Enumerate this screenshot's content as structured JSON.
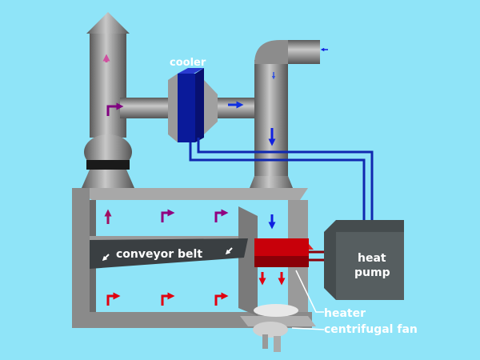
{
  "title": "Heat pump dryer diagram",
  "labels": {
    "cooler": "cooler",
    "conveyor_belt": "conveyor belt",
    "heat_pump_line1": "heat",
    "heat_pump_line2": "pump",
    "heater": "heater",
    "centrifugal_fan": "centrifugal fan"
  },
  "colors": {
    "background": "#8fe4f8",
    "pipe": "#8a8a8a",
    "cooler": "#0a1a9a",
    "heater": "#c0000a",
    "heat_pump": "#50585a",
    "hot_arrow": "#e00010",
    "cold_arrow": "#1020e0",
    "mixed_arrow": "#800080"
  }
}
